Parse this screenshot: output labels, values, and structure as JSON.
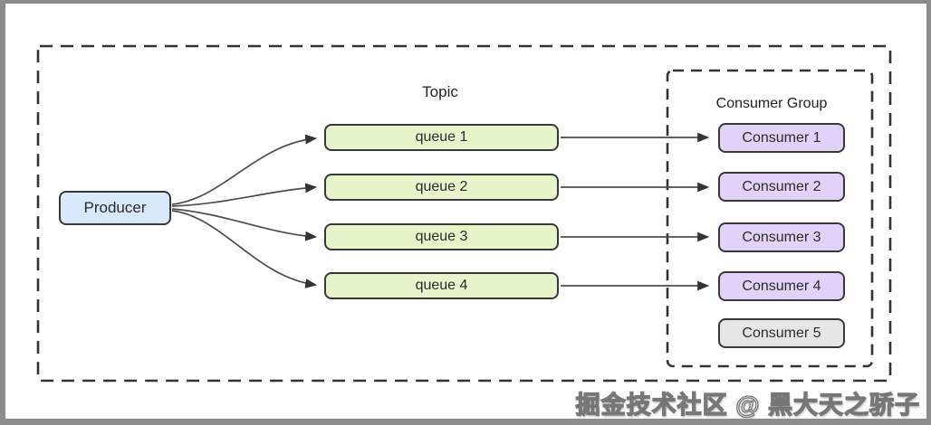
{
  "diagram": {
    "topic_label": "Topic",
    "consumer_group_label": "Consumer Group",
    "producer_label": "Producer",
    "queues": [
      "queue 1",
      "queue 2",
      "queue 3",
      "queue 4"
    ],
    "consumers": [
      "Consumer 1",
      "Consumer 2",
      "Consumer 3",
      "Consumer 4",
      "Consumer 5"
    ],
    "watermark": "掘金技术社区 @ 黑大天之骄子",
    "colors": {
      "producer_fill": "#d8e9fb",
      "queue_fill": "#e7f5cb",
      "consumer_fill": "#e3d2f8",
      "consumer_inactive_fill": "#e6e6e6",
      "node_border": "#383838",
      "dash_border": "#333333",
      "arrow": "#4d4d4d",
      "frame": "#8c8c8c"
    }
  }
}
